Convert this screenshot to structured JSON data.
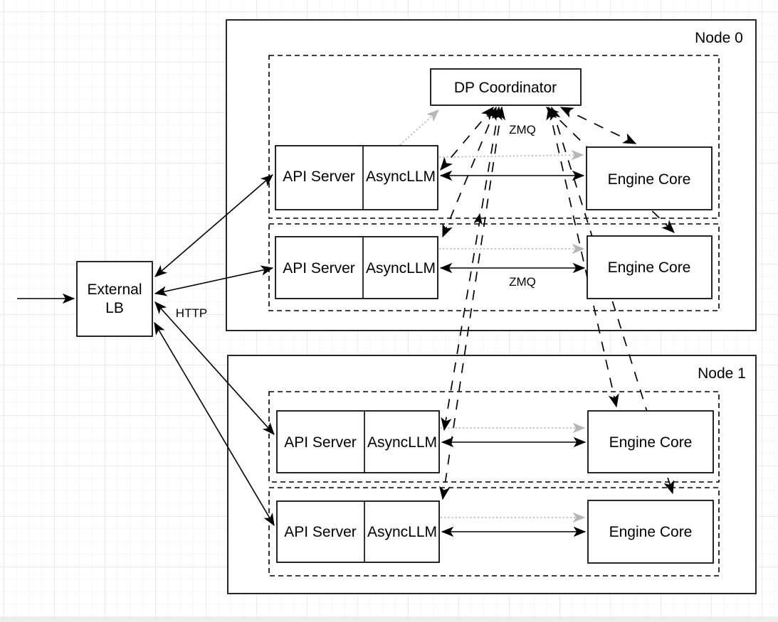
{
  "nodes": [
    {
      "label": "Node 0"
    },
    {
      "label": "Node 1"
    }
  ],
  "external_lb": {
    "label_line1": "External",
    "label_line2": "LB"
  },
  "dp_coordinator": {
    "label": "DP Coordinator"
  },
  "edge_labels": {
    "http": "HTTP",
    "zmq_coordinator": "ZMQ",
    "zmq_engine": "ZMQ"
  },
  "replicas": [
    {
      "node": "Node 0",
      "api_server": "API Server",
      "async_llm": "AsyncLLM",
      "engine_core": "Engine Core"
    },
    {
      "node": "Node 0",
      "api_server": "API Server",
      "async_llm": "AsyncLLM",
      "engine_core": "Engine Core"
    },
    {
      "node": "Node 1",
      "api_server": "API Server",
      "async_llm": "AsyncLLM",
      "engine_core": "Engine Core"
    },
    {
      "node": "Node 1",
      "api_server": "API Server",
      "async_llm": "AsyncLLM",
      "engine_core": "Engine Core"
    }
  ],
  "colors": {
    "ink": "#000000",
    "gray_arrow": "#b6b6b6",
    "box_fill": "#ffffff",
    "background": "#ffffff",
    "grid_minor": "#f6f6f6",
    "grid_major": "#eaeaec"
  }
}
